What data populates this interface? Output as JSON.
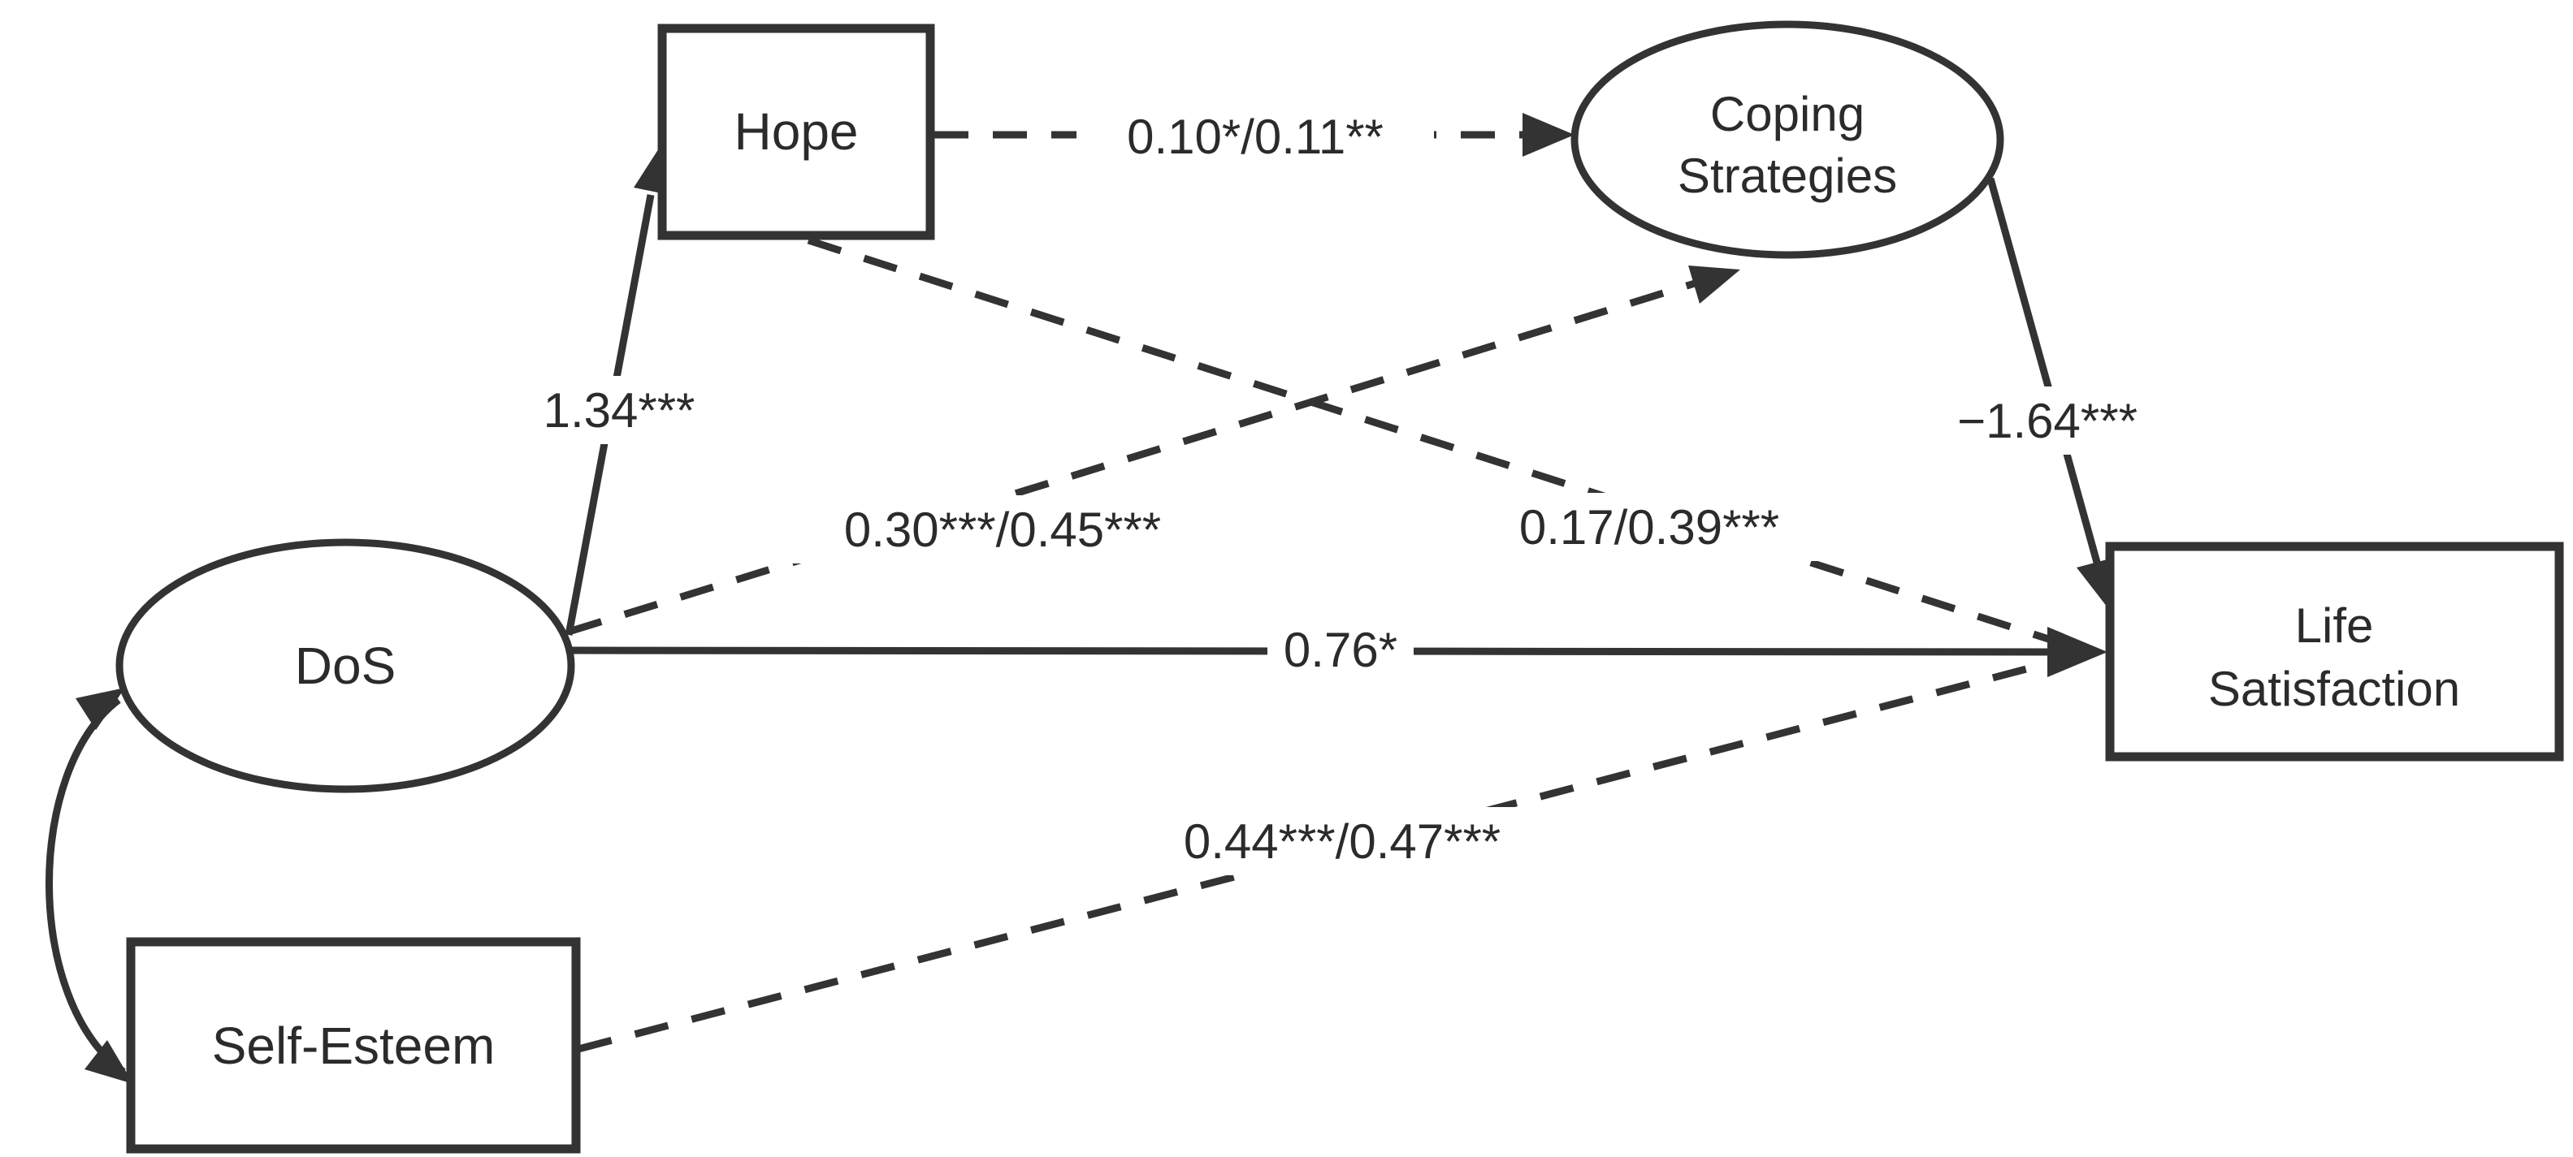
{
  "diagram": {
    "type": "structural-equation-path-model",
    "colors": {
      "line": "#333333",
      "text": "#2b2b2b",
      "node_fill": "#ffffff",
      "background": "#ffffff"
    },
    "nodes": {
      "hope": {
        "label": "Hope",
        "shape": "rectangle"
      },
      "coping": {
        "label_line1": "Coping",
        "label_line2": "Strategies",
        "shape": "ellipse"
      },
      "dos": {
        "label": "DoS",
        "shape": "ellipse"
      },
      "life_satisfaction": {
        "label_line1": "Life",
        "label_line2": "Satisfaction",
        "shape": "rectangle"
      },
      "self_esteem": {
        "label": "Self-Esteem",
        "shape": "rectangle"
      }
    },
    "paths": [
      {
        "from": "DoS",
        "to": "Hope",
        "style": "solid",
        "label": "1.34***"
      },
      {
        "from": "Hope",
        "to": "Coping Strategies",
        "style": "dashed",
        "label": "0.10*/0.11**"
      },
      {
        "from": "DoS",
        "to": "Coping Strategies",
        "style": "dashed",
        "label": "0.30***/0.45***"
      },
      {
        "from": "Hope",
        "to": "Life Satisfaction",
        "style": "dashed",
        "label": "0.17/0.39***"
      },
      {
        "from": "Coping Strategies",
        "to": "Life Satisfaction",
        "style": "solid",
        "label": "−1.64***"
      },
      {
        "from": "DoS",
        "to": "Life Satisfaction",
        "style": "solid",
        "label": "0.76*"
      },
      {
        "from": "Self-Esteem",
        "to": "Life Satisfaction",
        "style": "dashed",
        "label": "0.44***/0.47***"
      },
      {
        "from": "DoS",
        "to": "Self-Esteem",
        "style": "covariance-double-arrow",
        "label": ""
      }
    ]
  }
}
